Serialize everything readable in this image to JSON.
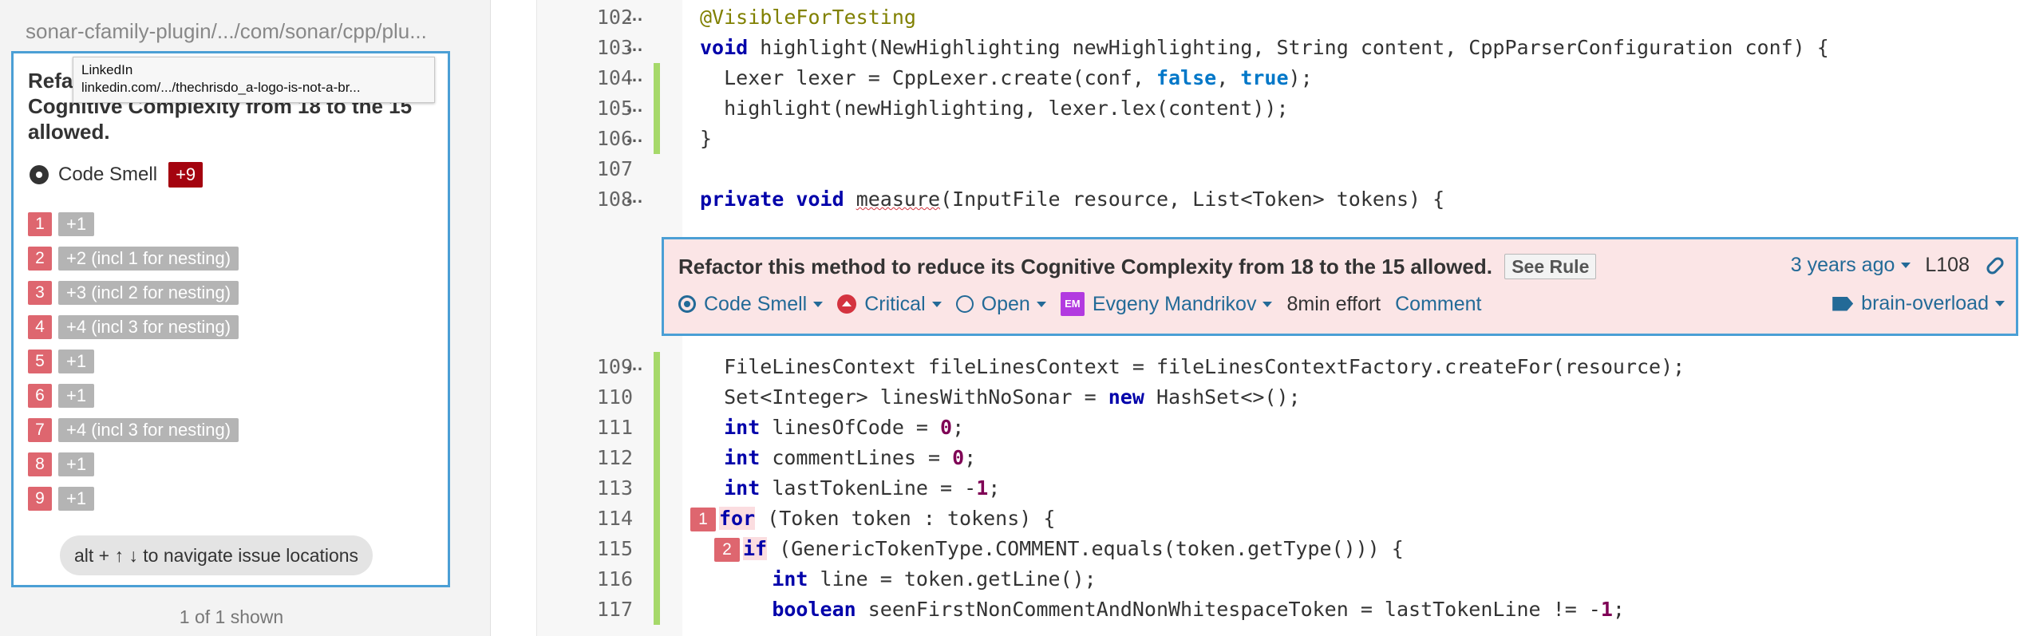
{
  "sidebar": {
    "breadcrumb": "sonar-cfamily-plugin/.../com/sonar/cpp/plu...",
    "issue_title": "Refactor this method to reduce its Cognitive Complexity from 18 to the 15 allowed.",
    "tooltip": {
      "title": "LinkedIn",
      "url": "linkedin.com/.../thechrisdo_a-logo-is-not-a-br..."
    },
    "type_label": "Code Smell",
    "type_count": "+9",
    "locations": [
      {
        "num": "1",
        "msg": "+1"
      },
      {
        "num": "2",
        "msg": "+2 (incl 1 for nesting)"
      },
      {
        "num": "3",
        "msg": "+3 (incl 2 for nesting)"
      },
      {
        "num": "4",
        "msg": "+4 (incl 3 for nesting)"
      },
      {
        "num": "5",
        "msg": "+1"
      },
      {
        "num": "6",
        "msg": "+1"
      },
      {
        "num": "7",
        "msg": "+4 (incl 3 for nesting)"
      },
      {
        "num": "8",
        "msg": "+1"
      },
      {
        "num": "9",
        "msg": "+1"
      }
    ],
    "nav_hint": "alt + ↑ ↓ to navigate issue locations",
    "shown_count": "1 of 1 shown"
  },
  "code": {
    "lines": [
      "102",
      "103",
      "104",
      "105",
      "106",
      "107",
      "108",
      "109",
      "110",
      "111",
      "112",
      "113",
      "114",
      "115",
      "116",
      "117"
    ],
    "dots": "…"
  },
  "issue": {
    "message": "Refactor this method to reduce its Cognitive Complexity from 18 to the 15 allowed.",
    "see_rule": "See Rule",
    "age": "3 years ago",
    "line_ref": "L108",
    "type": "Code Smell",
    "severity": "Critical",
    "status": "Open",
    "assignee_initials": "EM",
    "assignee": "Evgeny Mandrikov",
    "effort": "8min effort",
    "comment": "Comment",
    "tag": "brain-overload"
  },
  "colors": {
    "accent": "#4b9fd5",
    "location_red": "#d4333f",
    "issue_bg": "#fbe5e6",
    "scm_green": "#a6d96a",
    "type_badge": "#a4030f"
  }
}
